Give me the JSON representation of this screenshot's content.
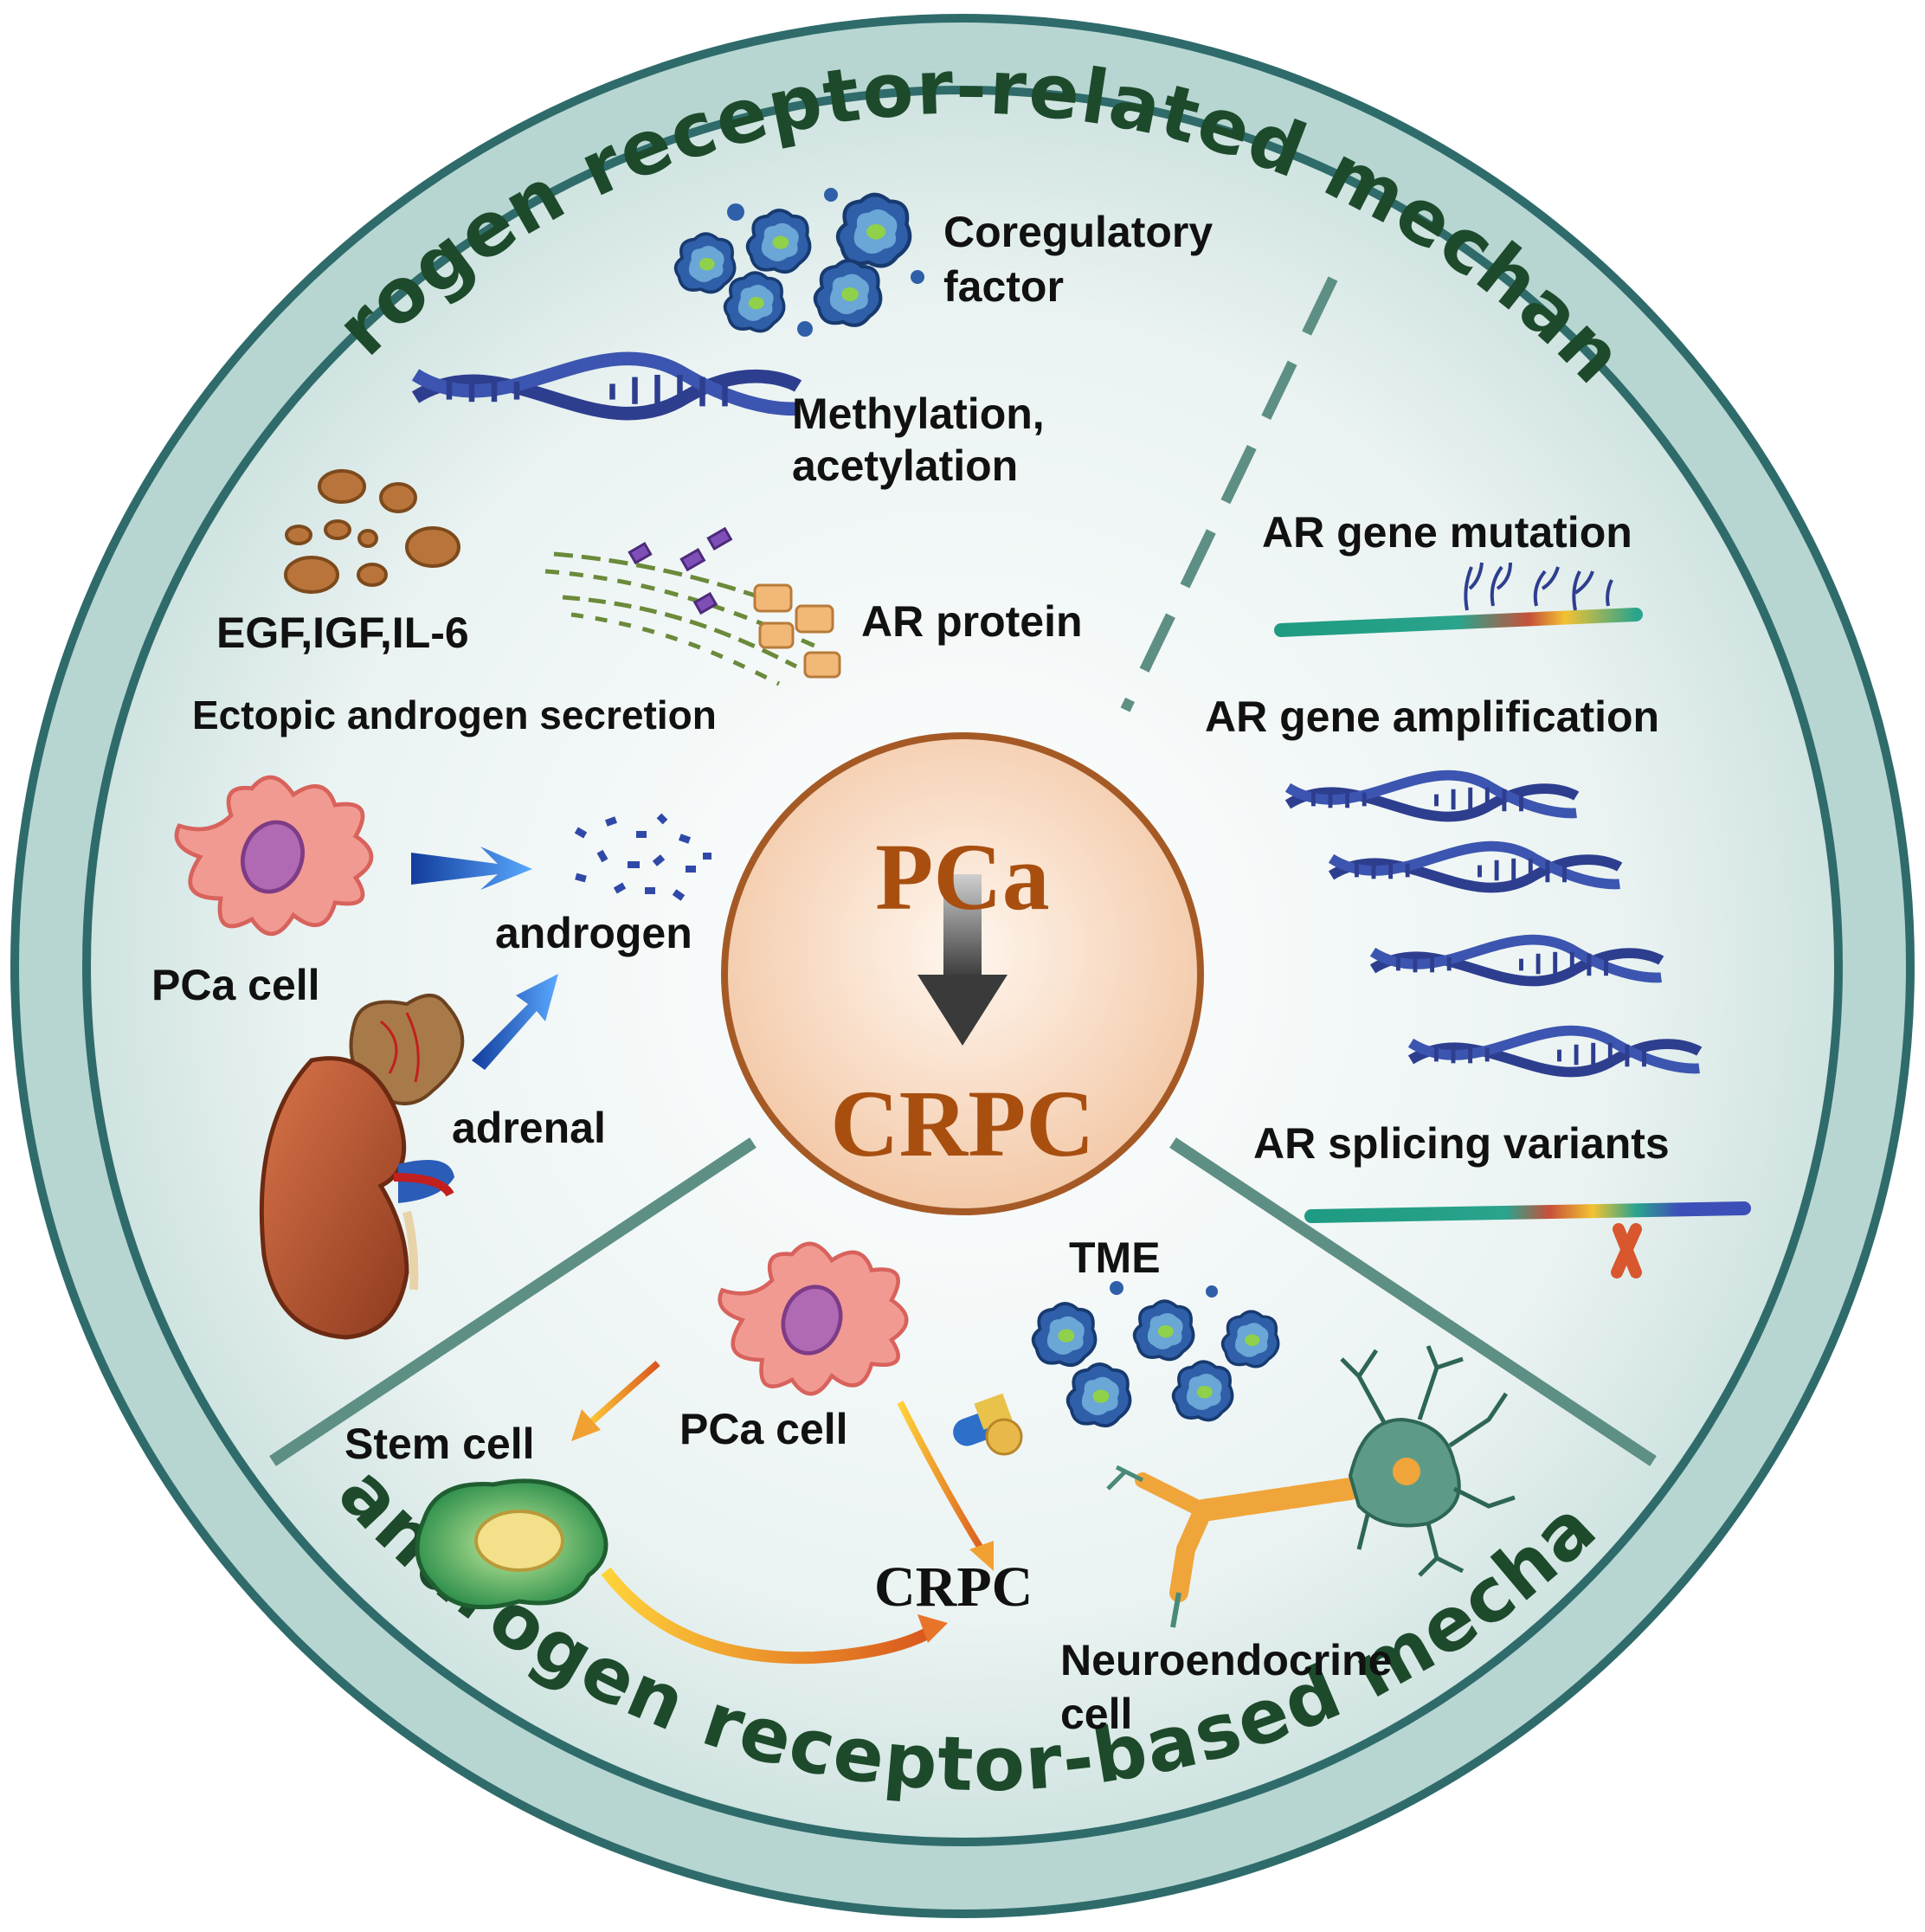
{
  "ring": {
    "top_text": "Androgen  receptor-related  mechanism",
    "bottom_text": "Non-androgen  receptor-based  mechanism"
  },
  "center": {
    "top": "PCa",
    "bottom": "CRPC",
    "colors": {
      "top": "#a84f10",
      "bottom": "#a84f10"
    }
  },
  "labels": {
    "coregulatory_1": "Coregulatory",
    "coregulatory_2": "factor",
    "methylation_1": "Methylation,",
    "methylation_2": "acetylation",
    "egf": "EGF,IGF,IL-6",
    "ar_protein": "AR protein",
    "ectopic": "Ectopic androgen secretion",
    "pca_cell_left": "PCa cell",
    "androgen": "androgen",
    "adrenal": "adrenal",
    "ar_mutation": "AR gene mutation",
    "ar_amplification": "AR gene amplification",
    "ar_splicing": "AR splicing variants",
    "tme": "TME",
    "stem_cell": "Stem cell",
    "pca_cell_bottom": "PCa cell",
    "crpc_bottom": "CRPC",
    "neuro_1": "Neuroendocrine",
    "neuro_2": "cell"
  },
  "colors": {
    "ring": "#2f6b6b",
    "ring_fill": "#b7d6d2",
    "inner_bg": "#e6f0ef",
    "divider": "#5e8f84",
    "dna_blue": "#2e3e8f",
    "cell_pink": "#e77f7f",
    "arrow_blue": "#2a5fd0",
    "arrow_orange": "#e8942a"
  }
}
